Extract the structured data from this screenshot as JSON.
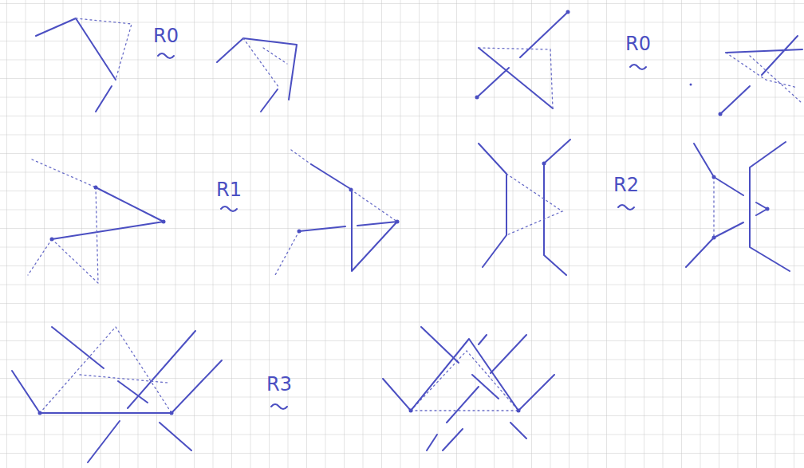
{
  "diagram": {
    "labels": [
      "R0",
      "R0",
      "R1",
      "R2",
      "R3"
    ]
  }
}
